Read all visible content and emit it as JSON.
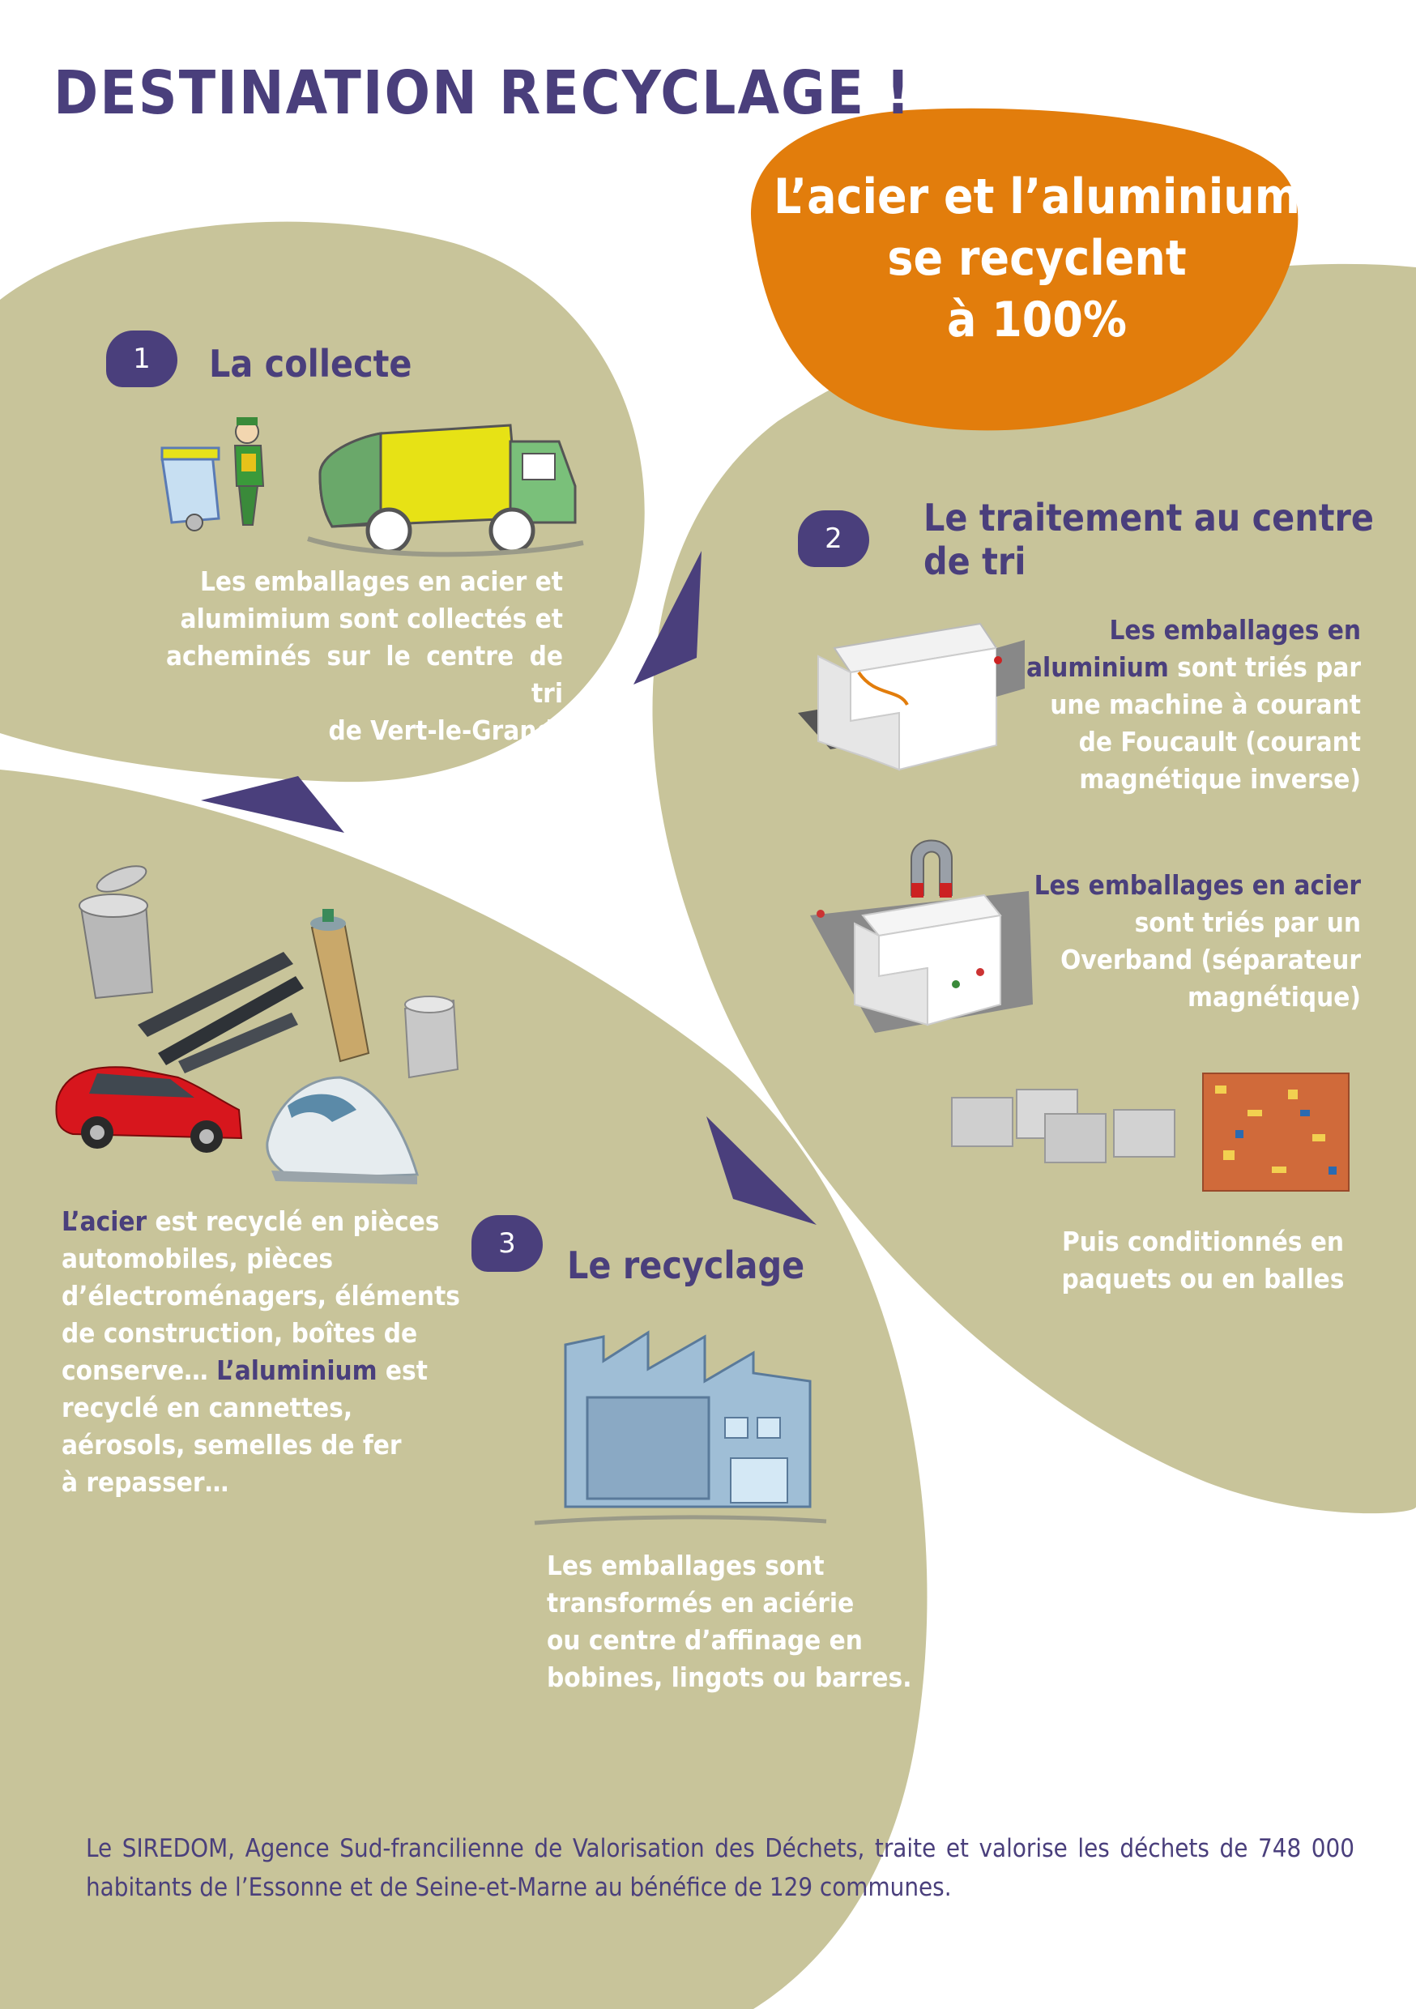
{
  "title": "DESTINATION RECYCLAGE !",
  "headline": [
    "L’acier et l’aluminium",
    "se recyclent",
    "à 100%"
  ],
  "steps": [
    {
      "number": "1",
      "title": "La collecte",
      "text": [
        "Les emballages en acier et",
        "alumimium sont collectés et",
        "acheminés sur le centre de tri",
        "de Vert-le-Grand."
      ]
    },
    {
      "number": "2",
      "title": [
        "Le traitement au centre",
        "de tri"
      ],
      "aluminium": {
        "lead": "Les emballages en",
        "highlight": "aluminium",
        "rest": [
          "sont triés par",
          "une machine à courant",
          "de Foucault (courant",
          "magnétique inverse)"
        ]
      },
      "acier": [
        "Les emballages en acier",
        "sont triés par un",
        "Overband (séparateur",
        "magnétique)"
      ],
      "conditioning": [
        "Puis conditionnés en",
        "paquets ou en balles"
      ]
    },
    {
      "number": "3",
      "title": "Le recyclage",
      "uses": {
        "steel_word": "L’acier",
        "steel_rest": " est recyclé en pièces",
        "lines": [
          "automobiles, pièces",
          "d’électroménagers, éléments",
          "de construction, boîtes de"
        ],
        "line5_start": "conserve… ",
        "alu_word": "L’aluminium",
        "alu_rest": " est",
        "lines_end": [
          "recyclé en cannettes,",
          "aérosols, semelles de fer",
          "à repasser…"
        ]
      },
      "text": [
        "Les emballages sont",
        "transformés en aciérie",
        "ou centre d’affinage en",
        "bobines, lingots ou barres."
      ]
    }
  ],
  "footer": "Le SIREDOM, Agence Sud-francilienne de Valorisation des Déchets, traite et valorise les déchets de 748 000 habitants de l’Essonne et de Seine-et-Marne au bénéfice de 129 communes.",
  "colors": {
    "purple": "#4a3f7c",
    "olive": "#c8c49a",
    "orange": "#e27d0c",
    "white": "#ffffff"
  },
  "icons": [
    "trash-bin-icon",
    "worker-icon",
    "garbage-truck-icon",
    "eddy-current-machine-icon",
    "magnet-separator-icon",
    "compressed-bales-icon",
    "tin-can-icon",
    "steel-bars-icon",
    "aerosol-can-icon",
    "drink-can-icon",
    "red-car-icon",
    "clothes-iron-icon",
    "factory-icon"
  ]
}
